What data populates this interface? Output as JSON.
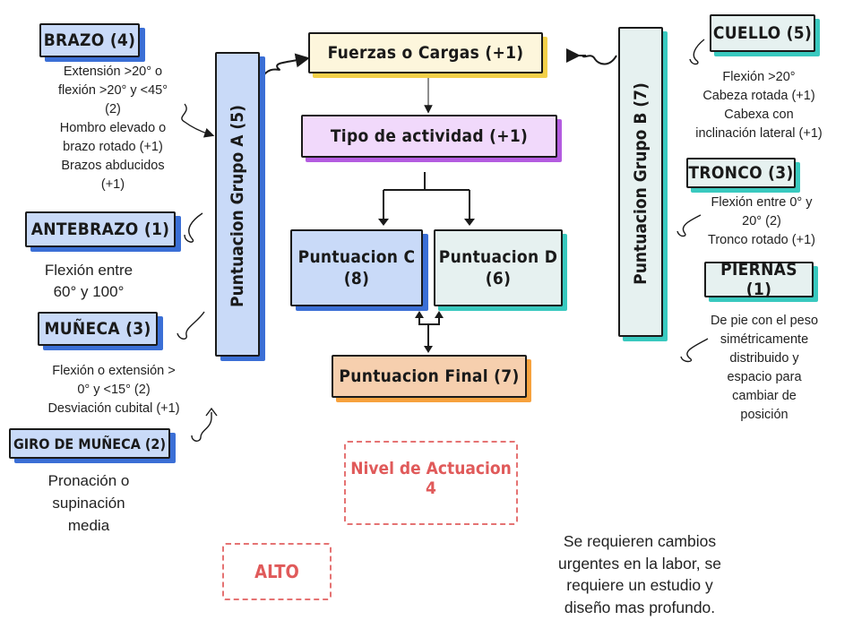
{
  "groupA": {
    "title": "Puntuacion Grupo A  (5)",
    "brazo": {
      "label": "BRAZO (4)",
      "notes": [
        "Extensión >20° o",
        "flexión >20° y <45°",
        "(2)",
        "Hombro elevado o",
        "brazo rotado (+1)",
        "Brazos abducidos",
        "(+1)"
      ]
    },
    "antebrazo": {
      "label": "ANTEBRAZO  (1)",
      "notes": [
        "Flexión entre",
        "60° y 100°"
      ]
    },
    "muneca": {
      "label": "MUÑECA  (3)",
      "notes": [
        "Flexión o extensión >",
        "0° y <15° (2)",
        "Desviación cubital (+1)"
      ]
    },
    "giro": {
      "label": "GIRO DE MUÑECA (2)",
      "notes": [
        "Pronación o",
        "supinación",
        "media"
      ]
    }
  },
  "groupB": {
    "title": "Puntuacion Grupo B  (7)",
    "cuello": {
      "label": "CUELLO (5)",
      "notes": [
        "Flexión >20°",
        "Cabeza rotada (+1)",
        "Cabexa con",
        "inclinación lateral (+1)"
      ]
    },
    "tronco": {
      "label": "TRONCO (3)",
      "notes": [
        "Flexión entre 0° y",
        "20° (2)",
        "Tronco rotado (+1)"
      ]
    },
    "piernas": {
      "label": "PIERNAS (1)",
      "notes": [
        "De pie con el peso",
        "simétricamente",
        "distribuido y",
        "espacio para",
        "cambiar de",
        "posición"
      ]
    }
  },
  "center": {
    "fuerzas": "Fuerzas o Cargas (+1)",
    "actividad": "Tipo de actividad (+1)",
    "puntC_title": "Puntuacion C",
    "puntC_val": "(8)",
    "puntD_title": "Puntuacion D",
    "puntD_val": "(6)",
    "final": "Puntuacion Final (7)"
  },
  "result": {
    "nivel_title": "Nivel de Actuacion",
    "nivel_val": "4",
    "riesgo": "ALTO",
    "mensaje": [
      "Se requieren cambios",
      "urgentes en la labor, se",
      "requiere un estudio y",
      "diseño mas profundo."
    ]
  },
  "colors": {
    "blue_shadow": "#3b6fd6",
    "blue_fill": "#c9daf8",
    "teal_shadow": "#39c9bf",
    "teal_fill": "#e6f1f0",
    "yellow_shadow": "#f2d049",
    "purple_shadow": "#b45ce0",
    "orange_shadow": "#f7a23e",
    "stamp_red": "#e05a5a"
  }
}
